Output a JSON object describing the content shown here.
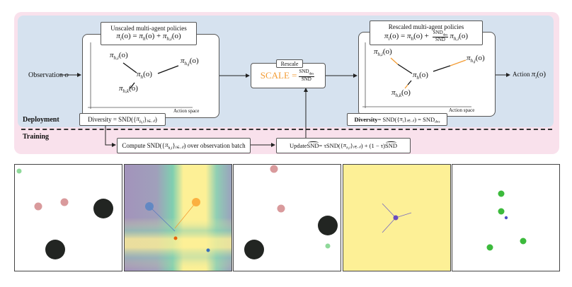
{
  "sections": {
    "deployment": "Deployment",
    "training": "Training"
  },
  "observation": {
    "label": "Observation",
    "symbol": "o"
  },
  "unscaled": {
    "title": "Unscaled multi-agent policies",
    "formula": [
      {
        "t": "π",
        "sub": "i",
        "m": true
      },
      {
        "t": "(o) = "
      },
      {
        "t": "π",
        "sub": "h",
        "m": true
      },
      {
        "t": "(o) + "
      },
      {
        "t": "π",
        "sub": "h,i",
        "m": true
      },
      {
        "t": "(o)"
      }
    ],
    "nodes": {
      "hi": [
        {
          "t": "π",
          "sub": "h,i",
          "m": true
        },
        {
          "t": "(o)"
        }
      ],
      "h": [
        {
          "t": "π",
          "sub": "h",
          "m": true
        },
        {
          "t": "(o)"
        }
      ],
      "hj": [
        {
          "t": "π",
          "sub": "h,j",
          "m": true
        },
        {
          "t": "(o)"
        }
      ],
      "hk": [
        {
          "t": "π",
          "sub": "h,k",
          "m": true
        },
        {
          "t": "(o)"
        }
      ]
    },
    "axis_label": "Action space",
    "diversity": [
      {
        "t": "Diversity = SND({"
      },
      {
        "t": "π",
        "sub": "h,i",
        "m": true
      },
      {
        "t": "}"
      },
      {
        "t": "",
        "sub": "i∈𝒩"
      },
      {
        "t": ")"
      }
    ]
  },
  "rescale": {
    "tab": "Rescale",
    "formula": [
      {
        "t": "SCALE = ",
        "cls": "orange"
      },
      {
        "frac": true,
        "num": "SND",
        "numsub": "des",
        "den": "SND",
        "denhat": true
      }
    ]
  },
  "rescaled": {
    "title": "Rescaled multi-agent policies",
    "formula": [
      {
        "t": "π",
        "sub": "i",
        "m": true
      },
      {
        "t": "(o) = "
      },
      {
        "t": "π",
        "sub": "h",
        "m": true
      },
      {
        "t": "(o) + "
      },
      {
        "frac": true,
        "num": "SND",
        "numsub": "des",
        "den": "SND"
      },
      {
        "t": "π",
        "sub": "h,i",
        "m": true
      },
      {
        "t": "(o)"
      }
    ],
    "nodes": {
      "hi": [
        {
          "t": "π",
          "sub": "h,i",
          "m": true
        },
        {
          "t": "(o)"
        }
      ],
      "h": [
        {
          "t": "π",
          "sub": "h",
          "m": true
        },
        {
          "t": "(o)"
        }
      ],
      "hj": [
        {
          "t": "π",
          "sub": "h,j",
          "m": true
        },
        {
          "t": "(o)"
        }
      ],
      "hk": [
        {
          "t": "π",
          "sub": "h,k",
          "m": true
        },
        {
          "t": "(o)"
        }
      ]
    },
    "axis_label": "Action space",
    "diversity": [
      {
        "t": "Diversity",
        "b": true
      },
      {
        "t": " = SND({"
      },
      {
        "t": "π",
        "sub": "i",
        "m": true
      },
      {
        "t": "}"
      },
      {
        "t": "",
        "sub": "i∈𝒩"
      },
      {
        "t": ") = SND"
      },
      {
        "t": "",
        "sub": "des"
      }
    ]
  },
  "action": {
    "label": "Action",
    "formula": [
      {
        "t": "π",
        "sub": "i",
        "m": true
      },
      {
        "t": "(o)"
      }
    ]
  },
  "compute": [
    {
      "t": "Compute SND({"
    },
    {
      "t": "π",
      "sub": "h,i",
      "m": true
    },
    {
      "t": "}"
    },
    {
      "t": "",
      "sub": "i∈𝒩"
    },
    {
      "t": ") over observation batch"
    }
  ],
  "update": [
    {
      "t": "Update "
    },
    {
      "t": "SND",
      "hat": true
    },
    {
      "t": " = τSND({"
    },
    {
      "t": "π",
      "sub": "h,i",
      "m": true
    },
    {
      "t": "}"
    },
    {
      "t": "",
      "sub": "i∈𝒩"
    },
    {
      "t": ") + (1 − τ)"
    },
    {
      "t": "SND",
      "hat": true
    }
  ],
  "colors": {
    "outer": "#f9e1ec",
    "deployment": "#d6e2ef",
    "orange": "#f39c34",
    "obstacle": "#222522",
    "agent_pink": "#d99a9c",
    "goal_green": "#8fd99a",
    "heat_purple": "#a293bb",
    "heat_yellow": "#fdf096",
    "agent_green": "#3cba3c",
    "blue": "#4a7ab8"
  }
}
